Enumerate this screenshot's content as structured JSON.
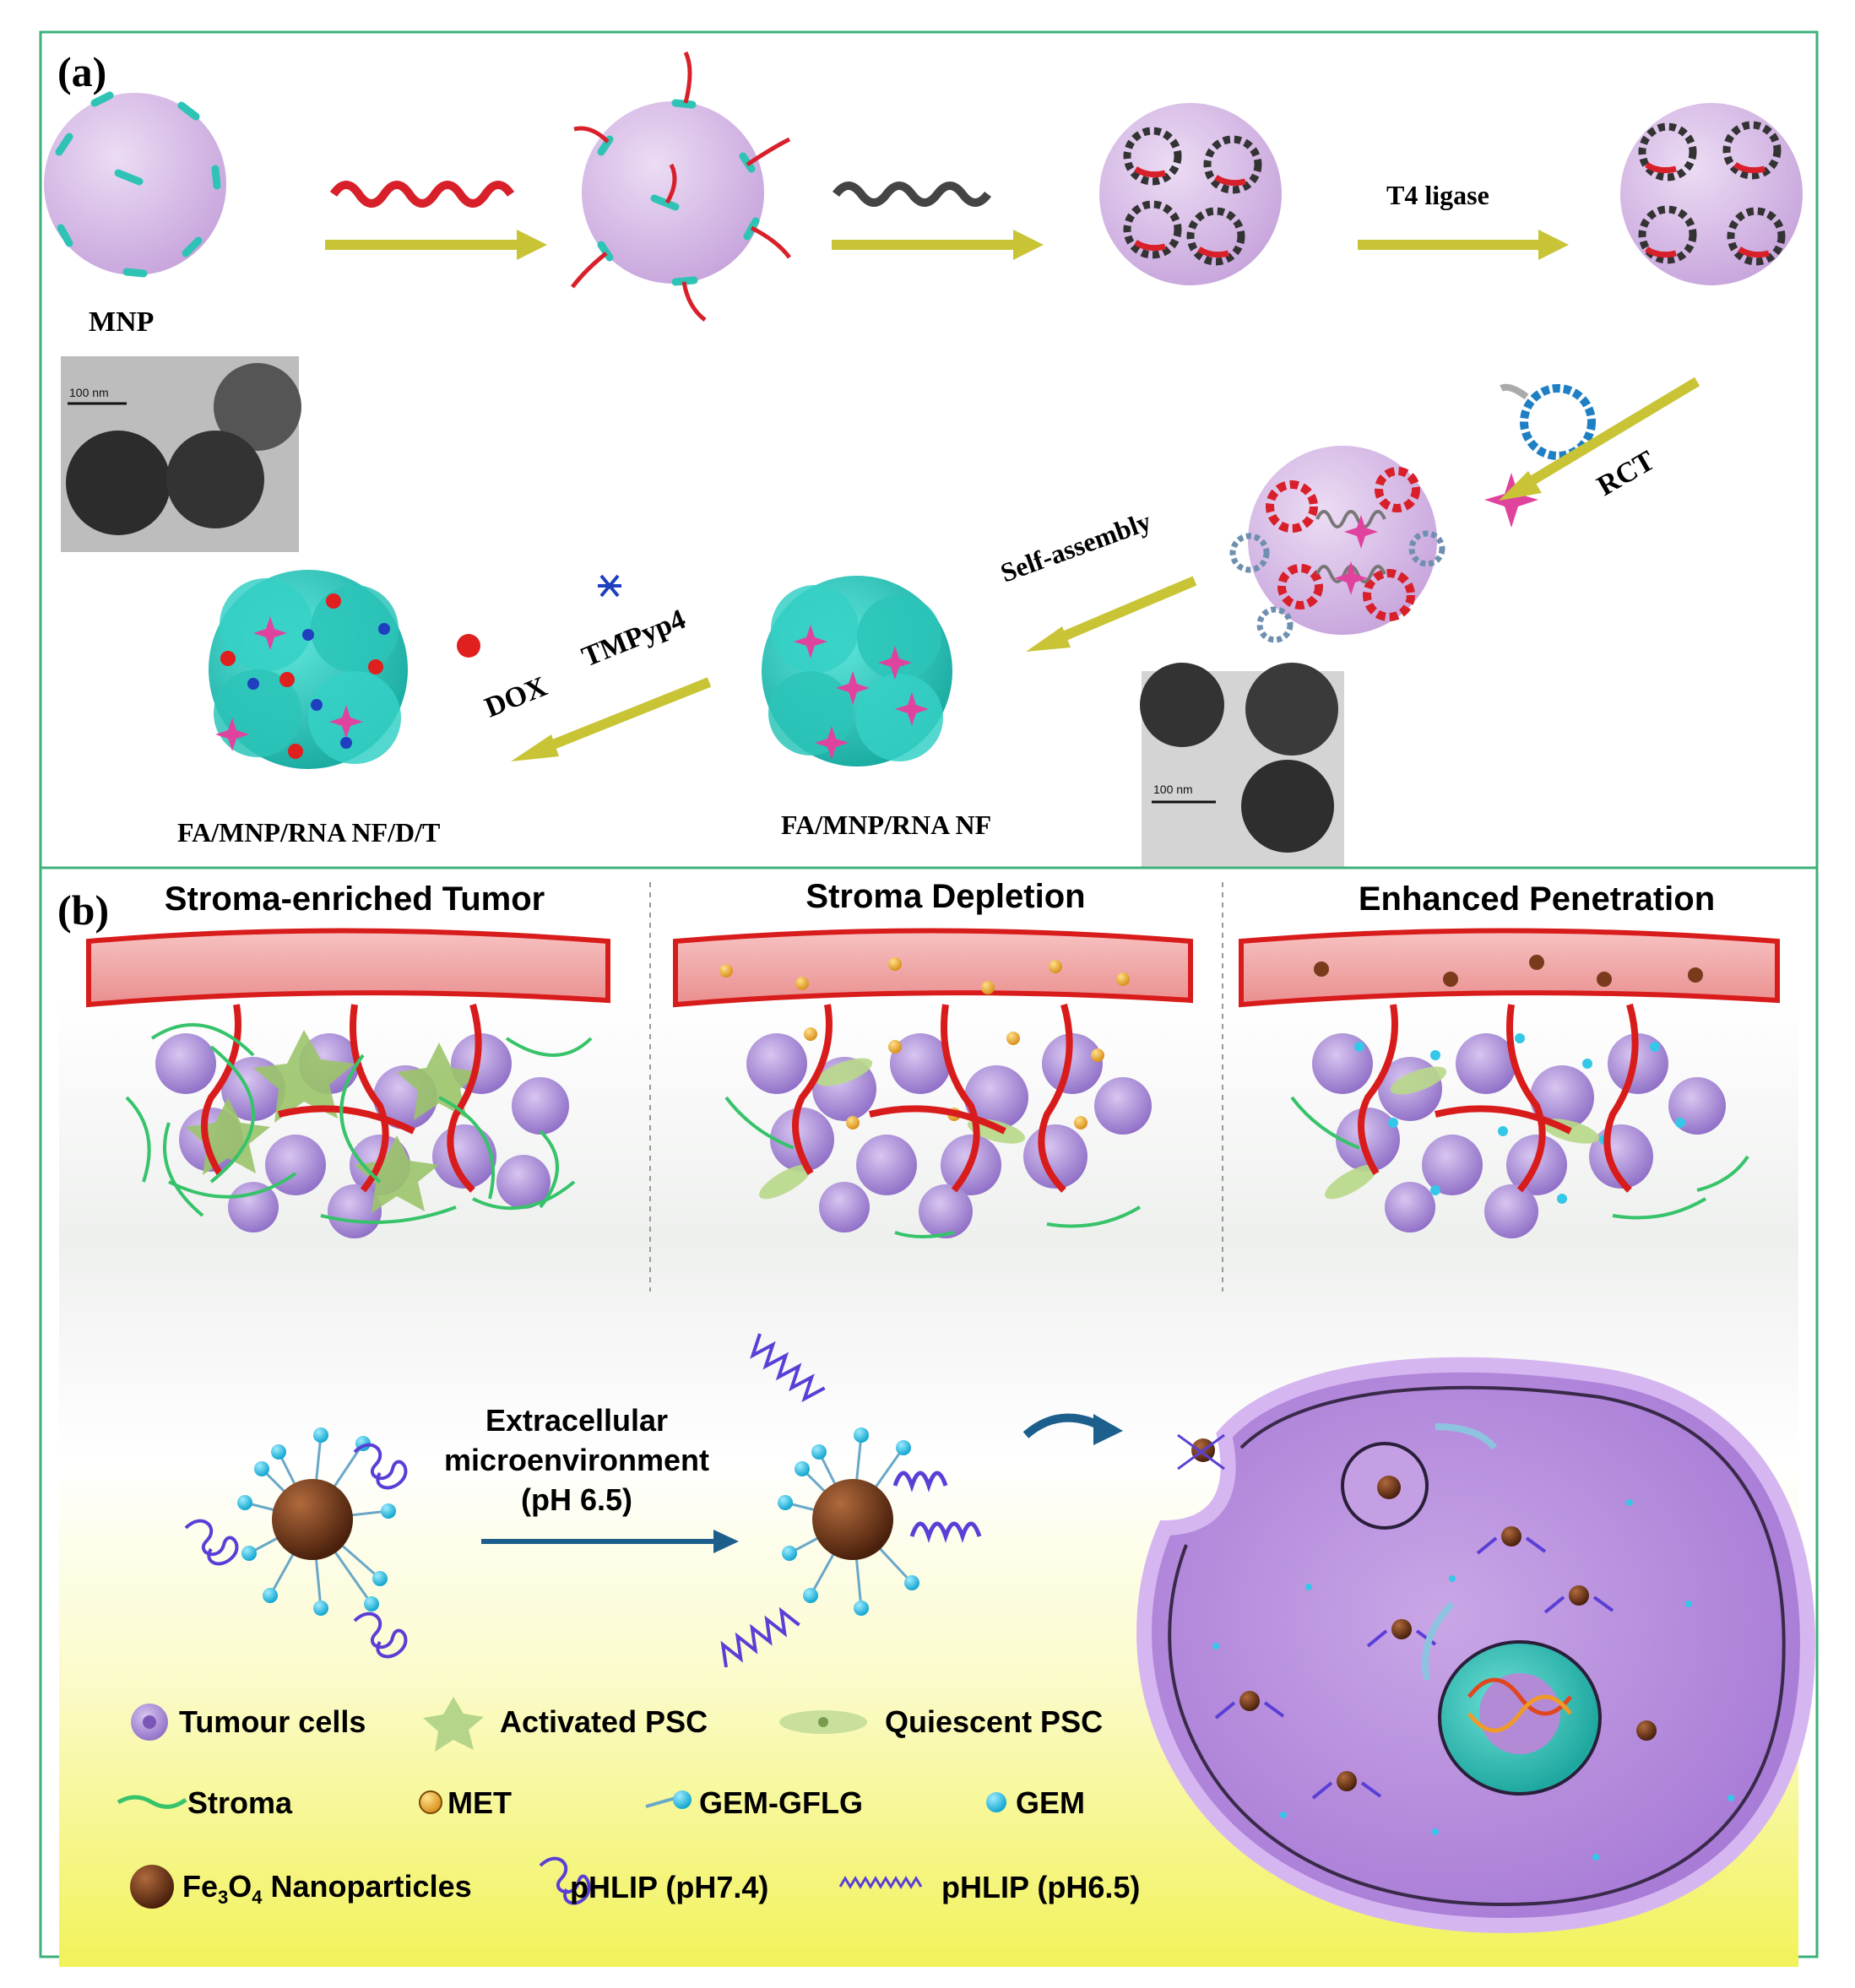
{
  "panel_a": {
    "label": "(a)",
    "mnp_label": "MNP",
    "t4_label": "T4 ligase",
    "rct_label": "RCT",
    "self_assembly_label": "Self-assembly",
    "dox_label": "DOX",
    "tmpyp4_label": "TMPyp4",
    "nf_label": "FA/MNP/RNA NF",
    "nfdt_label": "FA/MNP/RNA NF/D/T",
    "tem_scale_1": "100 nm",
    "tem_scale_2": "100 nm"
  },
  "panel_b": {
    "label": "(b)",
    "title_1": "Stroma-enriched Tumor",
    "title_2": "Stroma Depletion",
    "title_3": "Enhanced Penetration",
    "process_line1": "Extracellular",
    "process_line2": "microenvironment",
    "process_line3": "(pH 6.5)",
    "legend": {
      "tumour": "Tumour cells",
      "activated_psc": "Activated PSC",
      "quiescent_psc": "Quiescent PSC",
      "stroma": "Stroma",
      "met": "MET",
      "gem_gflg": "GEM-GFLG",
      "gem": "GEM",
      "fe3o4_pre": "Fe",
      "fe3o4_sub1": "3",
      "fe3o4_mid": "O",
      "fe3o4_sub2": "4",
      "fe3o4_post": " Nanoparticles",
      "phlip74": "pHLIP (pH7.4)",
      "phlip65": "pHLIP (pH6.5)"
    }
  },
  "colors": {
    "frame": "#3db07a",
    "mnp": "#d9b8e6",
    "teal": "#2fc3b6",
    "rna_red": "#d8202a",
    "arrow": "#c9c436",
    "nf": "#2fc9be",
    "vessel": "#f2a0a0",
    "vessel_edge": "#d81c1c",
    "cell": "#a98ad6",
    "stroma": "#36c36a",
    "met": "#f0b429",
    "gem": "#35c7e8",
    "fe": "#7a3b1c",
    "phlip": "#5a3fd6",
    "bg_yellow": "#f3f36a"
  }
}
